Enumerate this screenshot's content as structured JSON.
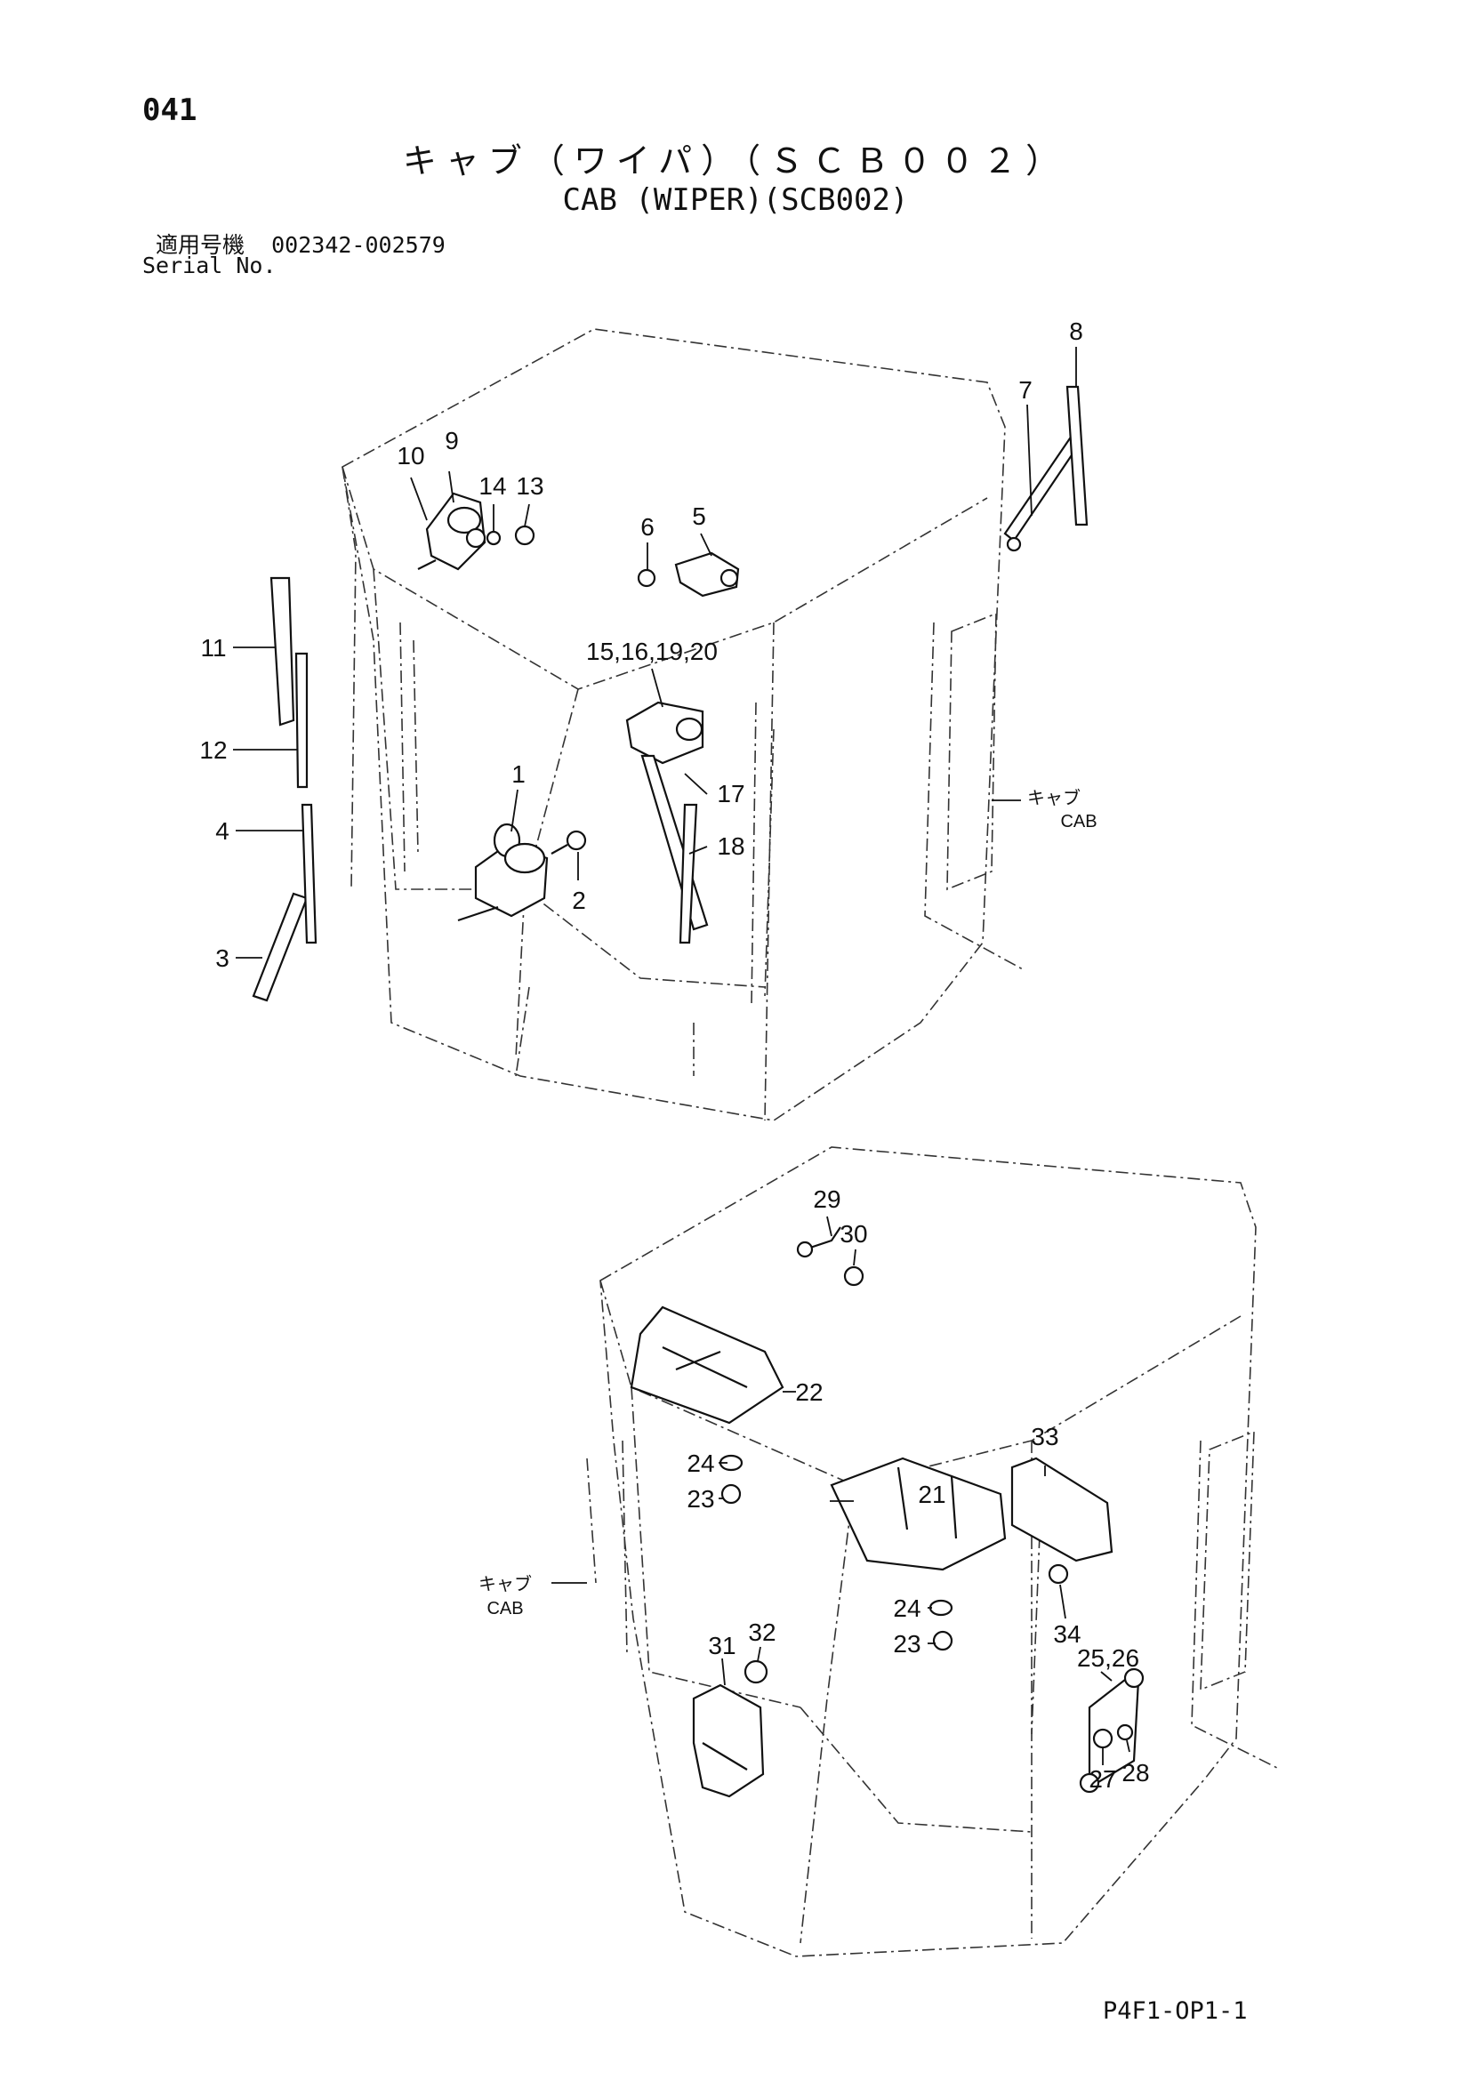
{
  "header": {
    "page_number": "041",
    "title_jp": "キャブ（ワイパ）（ＳＣＢ００２）",
    "title_en": "CAB (WIPER)(SCB002)",
    "serial_label_jp": "適用号機",
    "serial_range": "002342-002579",
    "serial_label_en": "Serial No."
  },
  "diagram_top": {
    "callouts": [
      "1",
      "2",
      "3",
      "4",
      "5",
      "6",
      "7",
      "8",
      "9",
      "10",
      "11",
      "12",
      "13",
      "14",
      "15,16,19,20",
      "17",
      "18"
    ],
    "cab_label_jp": "キャブ",
    "cab_label_en": "CAB"
  },
  "diagram_bottom": {
    "callouts": [
      "21",
      "22",
      "23",
      "24",
      "23",
      "24",
      "25,26",
      "27",
      "28",
      "29",
      "30",
      "31",
      "32",
      "33",
      "34"
    ],
    "cab_label_jp": "キャブ",
    "cab_label_en": "CAB"
  },
  "footer": {
    "doc_code": "P4F1-OP1-1"
  }
}
